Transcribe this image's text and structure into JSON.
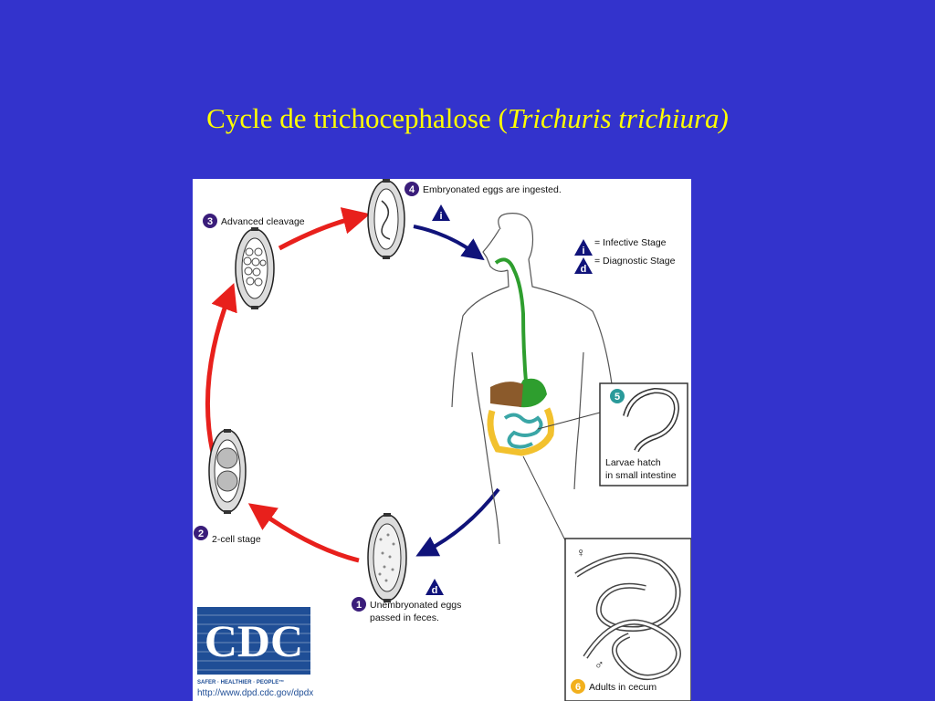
{
  "title": {
    "main": "Cycle de trichocephalose (",
    "italic": "Trichuris trichiura)"
  },
  "legend": {
    "infective_symbol": "i",
    "infective_label": "= Infective Stage",
    "diagnostic_symbol": "d",
    "diagnostic_label": "= Diagnostic Stage"
  },
  "stages": {
    "s1": {
      "num": "1",
      "line1": "Unembryonated eggs",
      "line2": "passed in feces."
    },
    "s2": {
      "num": "2",
      "label": "2-cell stage"
    },
    "s3": {
      "num": "3",
      "label": "Advanced cleavage"
    },
    "s4": {
      "num": "4",
      "label": "Embryonated eggs are ingested."
    },
    "s5": {
      "num": "5",
      "line1": "Larvae hatch",
      "line2": "in small intestine"
    },
    "s6": {
      "num": "6",
      "label": "Adults in cecum",
      "female": "♀",
      "male": "♂"
    }
  },
  "cdc": {
    "logo": "CDC",
    "tagline": "SAFER · HEALTHIER · PEOPLE™",
    "url": "http://www.dpd.cdc.gov/dpdx"
  },
  "colors": {
    "background": "#3333cc",
    "title": "#ffff00",
    "red_arrow": "#e8201c",
    "blue_arrow": "#10137a",
    "marker_dark": "#3a1d7a",
    "marker_teal": "#2a9a9a",
    "marker_gold": "#f2b01d",
    "esophagus": "#2e9e2e",
    "liver": "#8b5a2b",
    "colon": "#f2c12e",
    "small_intestine": "#3aa6a6"
  }
}
